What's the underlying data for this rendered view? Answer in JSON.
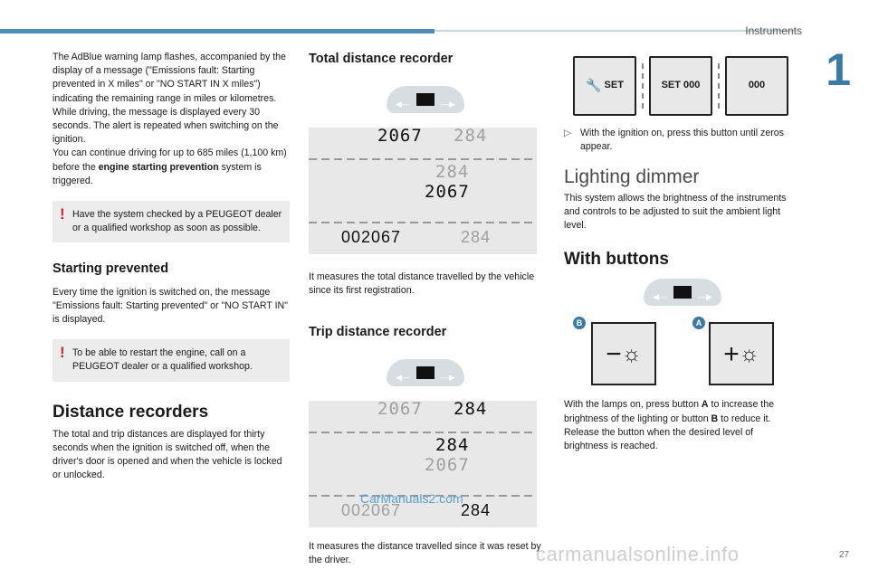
{
  "header": {
    "section": "Instruments",
    "chapter": "1"
  },
  "col1": {
    "para1": "The AdBlue warning lamp flashes, accompanied by the display of a message (\"Emissions fault: Starting prevented in X miles\" or \"NO START IN X miles\") indicating the remaining range in miles or kilometres.",
    "para2": "While driving, the message is displayed every 30 seconds. The alert is repeated when switching on the ignition.",
    "para3_start": "You can continue driving for up to 685 miles (1,100 km) before the ",
    "para3_bold": "engine starting prevention",
    "para3_end": " system is triggered.",
    "warn1": "Have the system checked by a PEUGEOT dealer or a qualified workshop as soon as possible.",
    "h_starting": "Starting prevented",
    "starting_text": "Every time the ignition is switched on, the message \"Emissions fault: Starting prevented\" or \"NO START IN\" is displayed.",
    "warn2": "To be able to restart the engine, call on a PEUGEOT dealer or a qualified workshop.",
    "h_distance": "Distance recorders",
    "distance_text": "The total and trip distances are displayed for thirty seconds when the ignition is switched off, when the driver's door is opened and when the vehicle is locked or unlocked."
  },
  "col2": {
    "h_total": "Total distance recorder",
    "total_text": "It measures the total distance travelled by the vehicle since its first registration.",
    "h_trip": "Trip distance recorder",
    "trip_text": "It measures the distance travelled since it was reset by the driver.",
    "odo_total": "2067",
    "odo_trip": "284",
    "odo_full": "002067"
  },
  "col3": {
    "btn_set": "SET",
    "btn_set_zero": "SET 000",
    "btn_zero": "000",
    "bullet_text": "With the ignition on, press this button until zeros appear.",
    "h_lighting": "Lighting dimmer",
    "lighting_text": "This system allows the brightness of the instruments and controls to be adjusted to suit the ambient light level.",
    "h_buttons": "With buttons",
    "label_b": "B",
    "label_a": "A",
    "buttons_text1_a": "With the lamps on, press button ",
    "buttons_text1_b": "A",
    "buttons_text1_c": " to increase the brightness of the lighting or button ",
    "buttons_text1_d": "B",
    "buttons_text1_e": " to reduce it.",
    "buttons_text2": "Release the button when the desired level of brightness is reached."
  },
  "watermark": "CarManuals2.com",
  "footer_watermark": "carmanualsonline.info",
  "page_number": "27",
  "colors": {
    "accent": "#3a7aa6",
    "warning": "#d8232a",
    "box_bg": "#ececec"
  },
  "icons": {
    "warning": "exclamation-mark",
    "wrench": "wrench-icon",
    "sun": "sun-icon",
    "bullet": "triangle-right"
  }
}
